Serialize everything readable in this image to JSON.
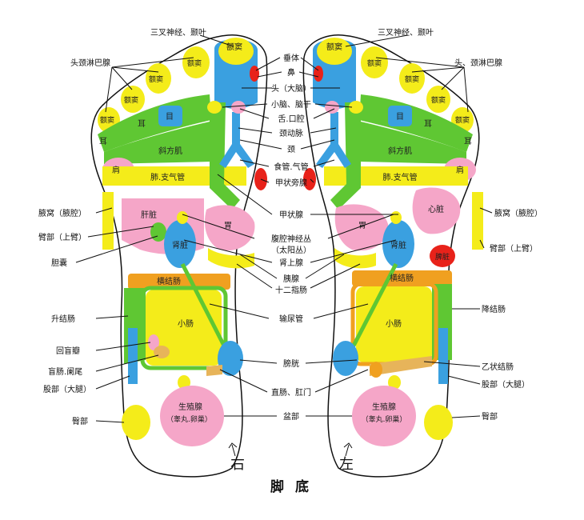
{
  "title": "脚 底",
  "feet": {
    "right": "右",
    "left": "左"
  },
  "center_labels": [
    "垂体",
    "鼻",
    "头（大脑）",
    "小脑、脑干",
    "舌.口腔",
    "颈动脉",
    "颈",
    "食管.气管",
    "甲状旁腺",
    "甲状腺",
    "腹腔神经丛",
    "（太阳丛）",
    "肾上腺",
    "胰腺",
    "十二指肠",
    "输尿管",
    "膀胱",
    "直肠、肛门",
    "盆部"
  ],
  "right_side_labels": {
    "top": "三叉神经、颞叶",
    "lymph": "头颈淋巴腺",
    "axilla": "腋窝（腋腔）",
    "upper_arm": "臂部（上臂）",
    "gallbladder": "胆囊",
    "ascending_colon": "升结肠",
    "ileocecal": "回盲瓣",
    "cecum": "盲肠.阑尾",
    "thigh": "股部（大腿）",
    "buttock": "臀部"
  },
  "left_side_labels": {
    "top": "三叉神经、颞叶",
    "lymph": "头、颈淋巴腺",
    "axilla": "腋窝（腋腔）",
    "upper_arm": "臂部（上臂）",
    "descending_colon": "降结肠",
    "sigmoid": "乙状结肠",
    "thigh": "股部（大腿）",
    "buttock": "臀部"
  },
  "inner_labels": {
    "sinus": "额窦",
    "eye": "目",
    "ear": "耳",
    "trapezius": "斜方肌",
    "shoulder": "肩",
    "lung": "肺.支气管",
    "liver": "肝脏",
    "kidney": "肾脏",
    "stomach": "胃",
    "heart": "心脏",
    "spleen": "脾脏",
    "transverse_colon": "横结肠",
    "small_intestine": "小肠",
    "gonad": "生殖腺",
    "gonad_sub": "（睾丸.卵巢）"
  },
  "colors": {
    "yellow": "#f4ec1a",
    "green": "#5fc733",
    "blue": "#3aa0e0",
    "pink": "#f5a6c8",
    "red": "#e8221a",
    "orange": "#f0a020",
    "tan": "#e7b45a"
  }
}
